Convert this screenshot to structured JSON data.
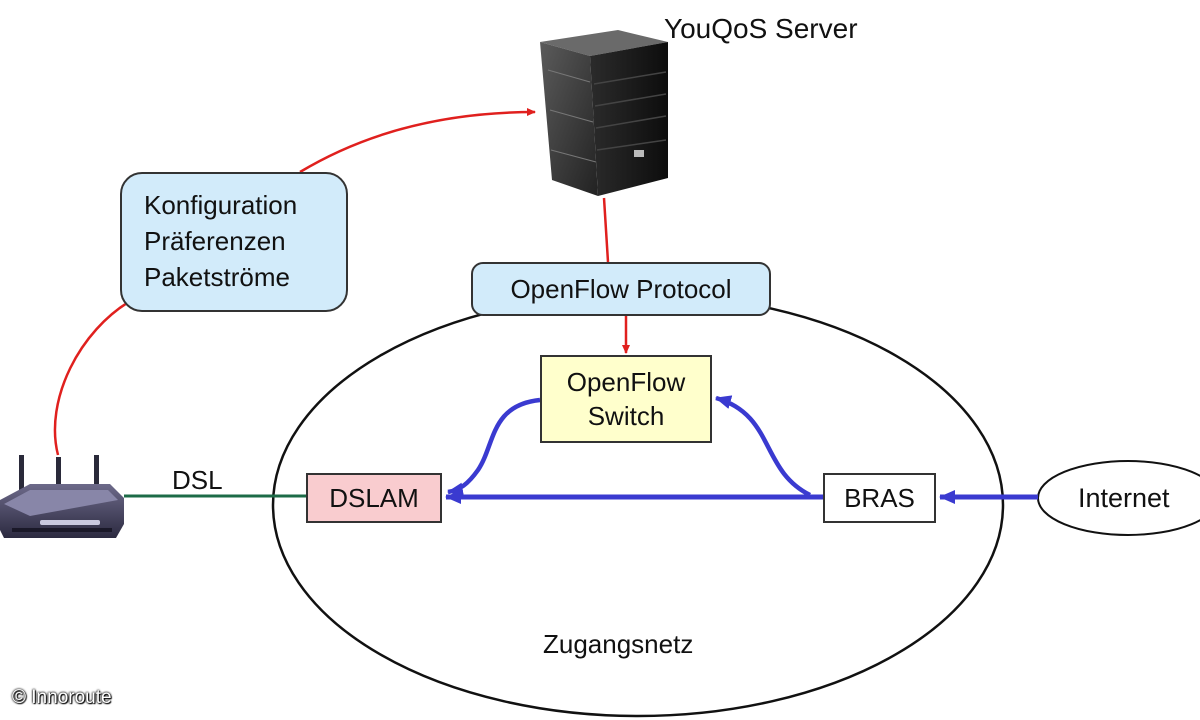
{
  "server": {
    "title": "YouQoS Server"
  },
  "config": {
    "lines": [
      "Konfiguration",
      "Präferenzen",
      "Paketströme"
    ]
  },
  "openflow_protocol": {
    "label": "OpenFlow Protocol"
  },
  "openflow_switch": {
    "lines": [
      "OpenFlow",
      "Switch"
    ]
  },
  "dslam": {
    "label": "DSLAM"
  },
  "bras": {
    "label": "BRAS"
  },
  "internet": {
    "label": "Internet"
  },
  "dsl": {
    "label": "DSL"
  },
  "access_network": {
    "label": "Zugangsnetz"
  },
  "copyright": "© Innoroute",
  "colors": {
    "control_arrow": "#e0201e",
    "data_arrow": "#3a3ad0",
    "dsl_link": "#1d6b47",
    "config_fill": "#d2ebfa",
    "switch_fill": "#ffffcc",
    "dslam_fill": "#f9cccf"
  }
}
